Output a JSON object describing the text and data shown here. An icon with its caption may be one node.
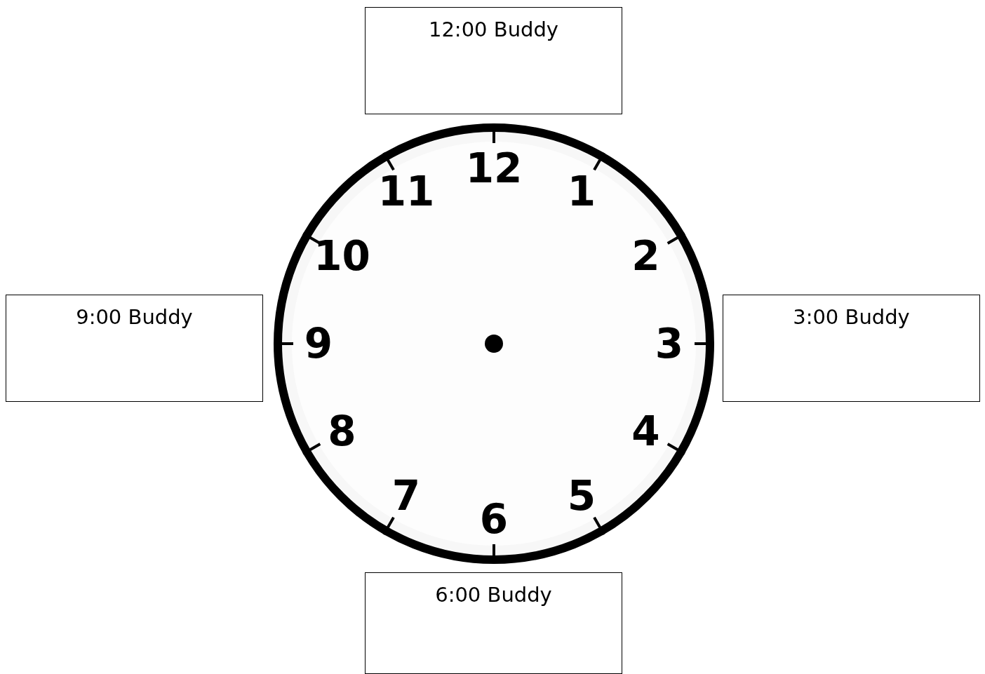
{
  "diagram": {
    "nodes": [
      {
        "text": [
          "12:00 Buddy"
        ]
      },
      {
        "text": [
          "9:00 Buddy"
        ]
      },
      {
        "text": [
          "3:00 Buddy"
        ]
      },
      {
        "text": [
          "6:00 Buddy"
        ]
      }
    ],
    "labels": [
      "12",
      "11",
      "1",
      "10",
      "2",
      "9",
      "3",
      "8",
      "4",
      "7",
      "5",
      "6"
    ]
  }
}
